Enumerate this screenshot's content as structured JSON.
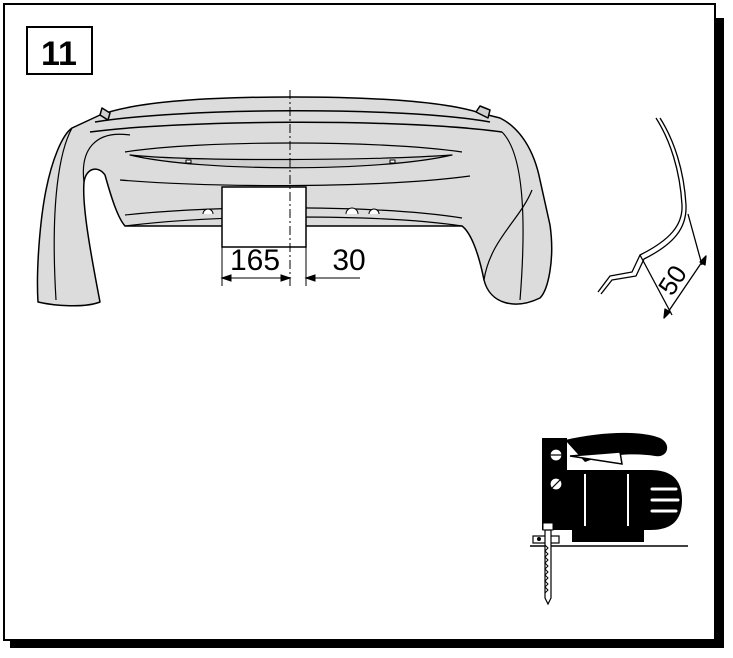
{
  "step": {
    "number": "11"
  },
  "dimensions": {
    "left_cut": "165",
    "right_cut": "30",
    "flange_depth": "50"
  },
  "colors": {
    "bumper_fill": "#dcdcdc",
    "line": "#000000",
    "shadow": "#000000",
    "paper": "#ffffff"
  },
  "icons": [
    "jigsaw-icon"
  ]
}
